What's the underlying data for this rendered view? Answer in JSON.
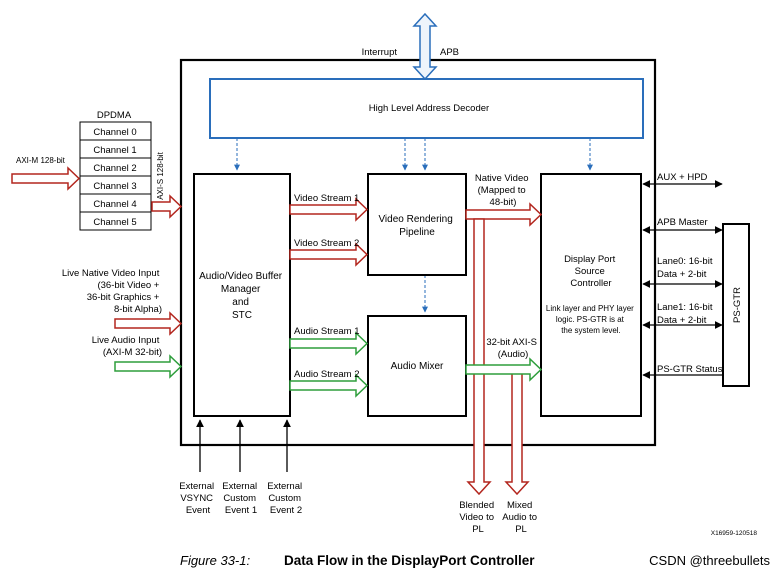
{
  "blocks": {
    "decoder": "High Level Address Decoder",
    "buffer_manager": [
      "Audio/Video Buffer",
      "Manager",
      "and",
      "STC"
    ],
    "rendering": [
      "Video Rendering",
      "Pipeline"
    ],
    "mixer": "Audio Mixer",
    "dp_source": [
      "Display Port",
      "Source",
      "Controller"
    ],
    "dp_note": [
      "Link layer and PHY layer",
      "logic. PS-GTR is at",
      "the system level."
    ],
    "ps_gtr": "PS-GTR"
  },
  "dpdma": {
    "title": "DPDMA",
    "channels": [
      "Channel 0",
      "Channel 1",
      "Channel 2",
      "Channel 3",
      "Channel 4",
      "Channel 5"
    ]
  },
  "labels": {
    "interrupt": "Interrupt",
    "apb": "APB",
    "axim_128": "AXI-M 128-bit",
    "axis_128": "AXI-S 128-bit",
    "live_video": [
      "Live Native Video Input",
      "(36-bit Video +",
      "36-bit Graphics +",
      "8-bit Alpha)"
    ],
    "live_audio": [
      "Live Audio Input",
      "(AXI-M 32-bit)"
    ],
    "video_stream_1": "Video Stream 1",
    "video_stream_2": "Video Stream 2",
    "audio_stream_1": "Audio Stream 1",
    "audio_stream_2": "Audio Stream 2",
    "native_video": [
      "Native Video",
      "(Mapped to",
      "48-bit)"
    ],
    "axis_32": [
      "32-bit AXI-S",
      "(Audio)"
    ],
    "aux_hpd": "AUX + HPD",
    "apb_master": "APB Master",
    "lane0": [
      "Lane0: 16-bit",
      "Data + 2-bit"
    ],
    "lane1": [
      "Lane1: 16-bit",
      "Data + 2-bit"
    ],
    "ps_gtr_status": "PS-GTR Status",
    "ext_vsync": [
      "External",
      "VSYNC",
      "Event"
    ],
    "ext_custom1": [
      "External",
      "Custom",
      "Event 1"
    ],
    "ext_custom2": [
      "External",
      "Custom",
      "Event 2"
    ],
    "blended": [
      "Blended",
      "Video to",
      "PL"
    ],
    "mixed": [
      "Mixed",
      "Audio to",
      "PL"
    ],
    "figure_id": "X16959-120518"
  },
  "caption": {
    "figure": "Figure 33-1:",
    "title": "Data Flow in the DisplayPort Controller"
  },
  "watermark": "CSDN @threebullets",
  "colors": {
    "video_arrow": "#b3261e",
    "audio_arrow": "#2e9e3c",
    "control": "#2a6ebb"
  }
}
